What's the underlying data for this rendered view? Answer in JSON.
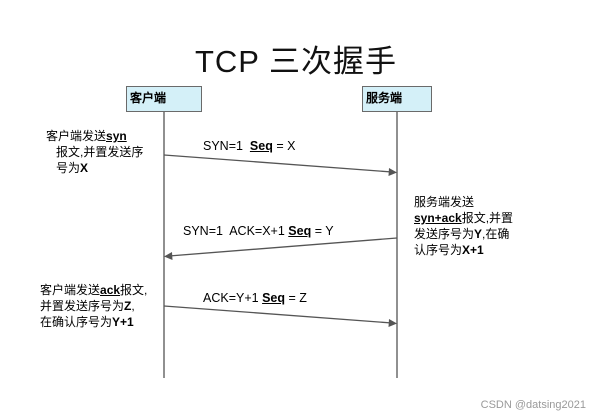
{
  "title": "TCP 三次握手",
  "client": {
    "label": "客户端"
  },
  "server": {
    "label": "服务端"
  },
  "messages": [
    {
      "label_a": "SYN=1  ",
      "label_u": "Seq",
      "label_b": " = X"
    },
    {
      "label_a": "SYN=1  ACK=X+1 ",
      "label_u": "Seq",
      "label_b": " = Y"
    },
    {
      "label_a": "ACK=Y+1 ",
      "label_u": "Seq",
      "label_b": " = Z"
    }
  ],
  "notes": {
    "client_1": {
      "l1a": "客户端发送",
      "l1b": "syn",
      "l2": "报文,并置发送序",
      "l3a": "号为",
      "l3b": "X"
    },
    "server_1": {
      "l1": "服务端发送",
      "l2a": "syn+ack",
      "l2b": "报文,并置",
      "l3a": "发送序号为",
      "l3b": "Y",
      "l3c": ",在确",
      "l4a": "认序号为",
      "l4b": "X+1"
    },
    "client_2": {
      "l1a": "客户端发送",
      "l1b": "ack",
      "l1c": "报文,",
      "l2a": "并置发送序号为",
      "l2b": "Z",
      "l2c": ",",
      "l3a": "在确认序号为",
      "l3b": "Y+1"
    }
  },
  "watermark": "CSDN @datsing2021",
  "colors": {
    "box_fill": "#d4f0f8",
    "line": "#555555"
  }
}
